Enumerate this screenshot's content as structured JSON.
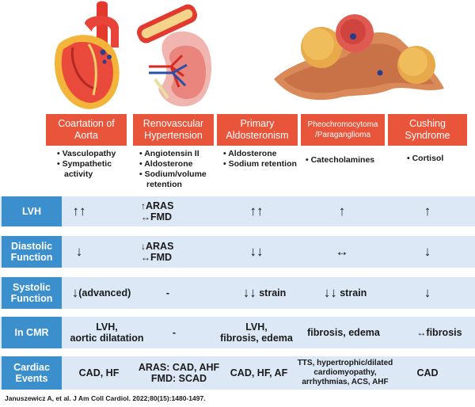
{
  "columns": [
    {
      "title": "Coartation of Aorta",
      "mechanisms": [
        "Vasculopathy",
        "Sympathetic activity"
      ]
    },
    {
      "title": "Renovascular Hypertension",
      "mechanisms": [
        "Angiotensin II",
        "Aldosterone",
        "Sodium/volume retention"
      ]
    },
    {
      "title": "Primary Aldosteronism",
      "mechanisms": [
        "Aldosterone",
        "Sodium retention"
      ]
    },
    {
      "title": "Pheochromocytoma /Paraganglioma",
      "mechanisms": [
        "Catecholamines"
      ]
    },
    {
      "title": "Cushing Syndrome",
      "mechanisms": [
        "Cortisol"
      ]
    }
  ],
  "rows": [
    {
      "label": "LVH"
    },
    {
      "label": "Diastolic Function"
    },
    {
      "label": "Systolic Function"
    },
    {
      "label": "In CMR"
    },
    {
      "label": "Cardiac Events"
    }
  ],
  "cells": {
    "r0": {
      "c1a": "ARAS",
      "c1b": "FMD"
    },
    "r1": {
      "c1a": "ARAS",
      "c1b": "FMD"
    },
    "r2": {
      "c0": "(advanced)",
      "c1": "-",
      "c2": "strain",
      "c3": "strain"
    },
    "r3": {
      "c0a": "LVH,",
      "c0b": "aortic dilatation",
      "c1": "-",
      "c2a": "LVH,",
      "c2b": "fibrosis, edema",
      "c3": "fibrosis, edema",
      "c4": "fibrosis"
    },
    "r4": {
      "c0": "CAD, HF",
      "c1a": "ARAS: CAD, AHF",
      "c1b": "FMD: SCAD",
      "c2": "CAD, HF, AF",
      "c3": "TTS, hypertrophic/dilated cardiomyopathy, arrhythmias, ACS, AHF",
      "c4": "CAD"
    }
  },
  "arrow_glyphs": {
    "up": "↑",
    "down": "↓",
    "both": "↔"
  },
  "citation": "Januszewicz A, et al. J Am Coll Cardiol. 2022;80(15):1480-1497.",
  "colors": {
    "header_orange": "#e8553a",
    "row_label_blue": "#3b8fcd",
    "band_light_blue": "#dce8f5"
  }
}
